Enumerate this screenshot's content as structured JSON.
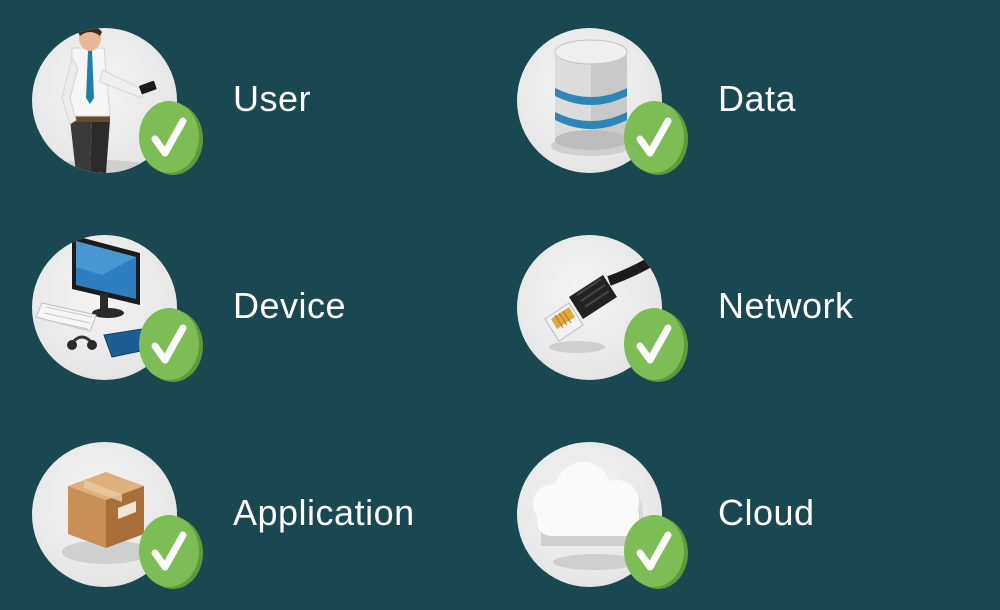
{
  "items": [
    {
      "label": "User",
      "icon": "user-with-phone-icon"
    },
    {
      "label": "Data",
      "icon": "database-icon"
    },
    {
      "label": "Device",
      "icon": "computer-devices-icon"
    },
    {
      "label": "Network",
      "icon": "ethernet-cable-icon"
    },
    {
      "label": "Application",
      "icon": "package-box-icon"
    },
    {
      "label": "Cloud",
      "icon": "cloud-icon"
    }
  ],
  "colors": {
    "background": "#1a4851",
    "check_green": "#7dbd55",
    "check_dark": "#5e9a3d",
    "circle": "#e8e8e8"
  }
}
